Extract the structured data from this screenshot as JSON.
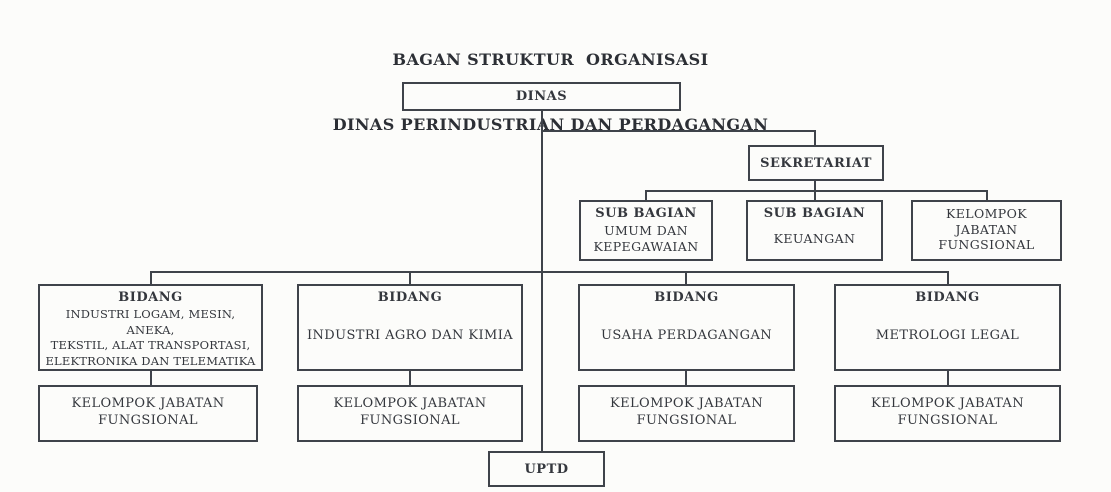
{
  "title": {
    "line1": "BAGAN STRUKTUR  ORGANISASI",
    "line2": "DINAS PERINDUSTRIAN DAN PERDAGANGAN"
  },
  "nodes": {
    "dinas": {
      "label": "DINAS"
    },
    "sekretariat": {
      "label": "SEKRETARIAT"
    },
    "sub_bagian_umum": {
      "header": "SUB BAGIAN",
      "body": "UMUM DAN\nKEPEGAWAIAN"
    },
    "sub_bagian_keuangan": {
      "header": "SUB BAGIAN",
      "body": "KEUANGAN"
    },
    "kelompok_sekretariat": {
      "body": "KELOMPOK\nJABATAN\nFUNGSIONAL"
    },
    "bidang_industri_logam": {
      "header": "BIDANG",
      "body": "INDUSTRI LOGAM, MESIN, ANEKA,\nTEKSTIL, ALAT TRANSPORTASI,\nELEKTRONIKA DAN TELEMATIKA"
    },
    "bidang_agro": {
      "header": "BIDANG",
      "body": "INDUSTRI AGRO DAN KIMIA"
    },
    "bidang_usaha": {
      "header": "BIDANG",
      "body": "USAHA PERDAGANGAN"
    },
    "bidang_metrologi": {
      "header": "BIDANG",
      "body": "METROLOGI LEGAL"
    },
    "kjf_bidang_1": {
      "body": "KELOMPOK JABATAN\nFUNGSIONAL"
    },
    "kjf_bidang_2": {
      "body": "KELOMPOK JABATAN\nFUNGSIONAL"
    },
    "kjf_bidang_3": {
      "body": "KELOMPOK JABATAN\nFUNGSIONAL"
    },
    "kjf_bidang_4": {
      "body": "KELOMPOK JABATAN\nFUNGSIONAL"
    },
    "uptd": {
      "label": "UPTD"
    }
  },
  "colors": {
    "line": "#3f434a",
    "text": "#34373d",
    "background": "#fcfcfa"
  }
}
